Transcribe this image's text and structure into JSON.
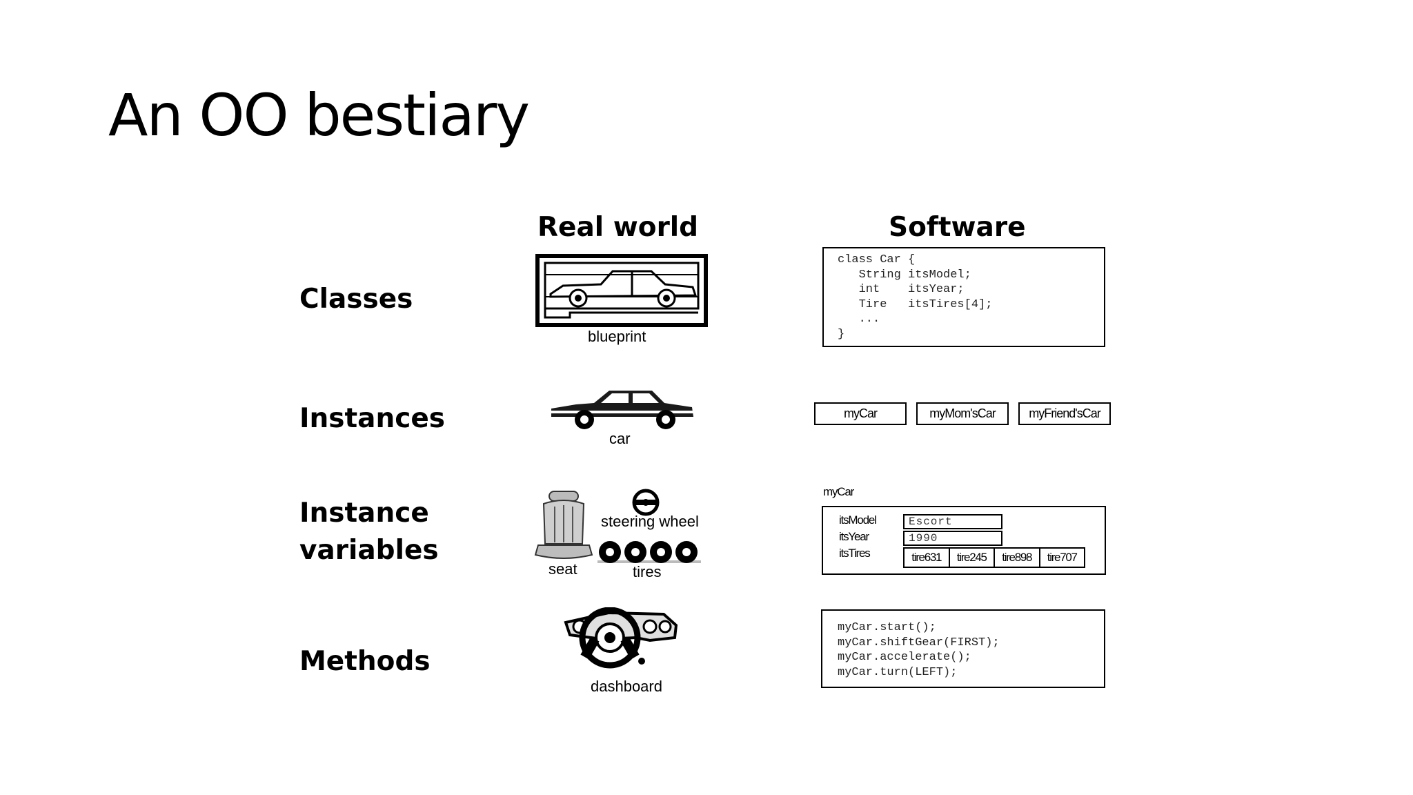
{
  "slide": {
    "title": "An OO bestiary"
  },
  "columns": {
    "real_world": "Real world",
    "software": "Software"
  },
  "rows": {
    "classes": "Classes",
    "instances": "Instances",
    "instance_variables_line1": "Instance",
    "instance_variables_line2": "variables",
    "methods": "Methods"
  },
  "real_world": {
    "blueprint_caption": "blueprint",
    "car_caption": "car",
    "steering_wheel_caption": "steering wheel",
    "seat_caption": "seat",
    "tires_caption": "tires",
    "dashboard_caption": "dashboard",
    "icons": [
      "blueprint-car-icon",
      "car-icon",
      "seat-icon",
      "steering-wheel-icon",
      "tire-icon",
      "dashboard-icon"
    ]
  },
  "software": {
    "class_code": [
      "class Car {",
      "   String itsModel;",
      "   int    itsYear;",
      "   Tire   itsTires[4];",
      "   ...",
      "}"
    ],
    "instances": [
      "myCar",
      "myMom'sCar",
      "myFriend'sCar"
    ],
    "object_name": "myCar",
    "variables": {
      "model_label": "itsModel",
      "model_value": "Escort",
      "year_label": "itsYear",
      "year_value": "1990",
      "tires_label": "itsTires",
      "tires": [
        "tire631",
        "tire245",
        "tire898",
        "tire707"
      ]
    },
    "method_code": [
      "myCar.start();",
      "myCar.shiftGear(FIRST);",
      "myCar.accelerate();",
      "myCar.turn(LEFT);"
    ]
  }
}
